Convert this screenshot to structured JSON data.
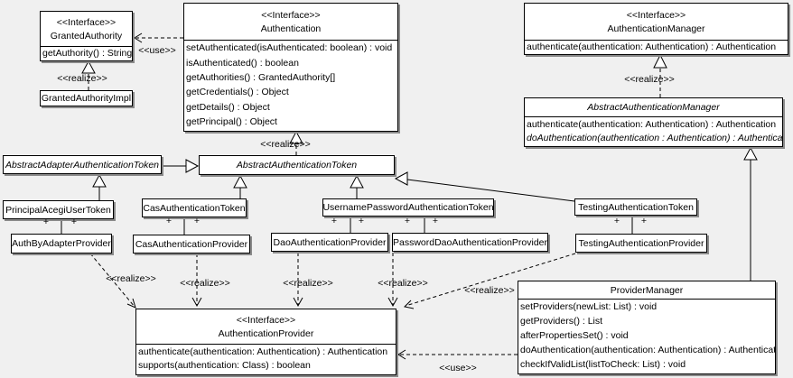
{
  "colors": {
    "background": "#f0f0f0",
    "box_fill": "#ffffff",
    "line": "#000000",
    "shadow": "#8a8a8a",
    "text": "#000000"
  },
  "classes": [
    {
      "id": "granted-authority",
      "stereotype": "<<Interface>>",
      "name": "GrantedAuthority",
      "abstract": false,
      "methods": [
        "getAuthority() : String"
      ]
    },
    {
      "id": "granted-authority-impl",
      "name": "GrantedAuthorityImpl",
      "abstract": false,
      "methods": []
    },
    {
      "id": "authentication",
      "stereotype": "<<Interface>>",
      "name": "Authentication",
      "abstract": false,
      "methods": [
        "setAuthenticated(isAuthenticated: boolean) : void",
        "isAuthenticated() : boolean",
        "getAuthorities() : GrantedAuthority[]",
        "getCredentials() : Object",
        "getDetails() : Object",
        "getPrincipal() : Object"
      ]
    },
    {
      "id": "authentication-manager",
      "stereotype": "<<Interface>>",
      "name": "AuthenticationManager",
      "abstract": false,
      "methods": [
        "authenticate(authentication: Authentication) : Authentication"
      ]
    },
    {
      "id": "abstract-authentication-manager",
      "name": "AbstractAuthenticationManager",
      "abstract": true,
      "methods": [
        "authenticate(authentication: Authentication) : Authentication",
        {
          "text": "doAuthentication(authentication : Authentication) : Authentication",
          "abstract": true
        }
      ]
    },
    {
      "id": "abstract-adapter-authentication-token",
      "name": "AbstractAdapterAuthenticationToken",
      "abstract": true,
      "methods": []
    },
    {
      "id": "abstract-authentication-token",
      "name": "AbstractAuthenticationToken",
      "abstract": true,
      "methods": []
    },
    {
      "id": "principal-acegi-user-token",
      "name": "PrincipalAcegiUserToken",
      "abstract": false,
      "methods": []
    },
    {
      "id": "cas-authentication-token",
      "name": "CasAuthenticationToken",
      "abstract": false,
      "methods": []
    },
    {
      "id": "username-password-authentication-token",
      "name": "UsernamePasswordAuthenticationToken",
      "abstract": false,
      "methods": []
    },
    {
      "id": "testing-authentication-token",
      "name": "TestingAuthenticationToken",
      "abstract": false,
      "methods": []
    },
    {
      "id": "auth-by-adapter-provider",
      "name": "AuthByAdapterProvider",
      "abstract": false,
      "methods": []
    },
    {
      "id": "cas-authentication-provider",
      "name": "CasAuthenticationProvider",
      "abstract": false,
      "methods": []
    },
    {
      "id": "dao-authentication-provider",
      "name": "DaoAuthenticationProvider",
      "abstract": false,
      "methods": []
    },
    {
      "id": "password-dao-authentication-provider",
      "name": "PasswordDaoAuthenticationProvider",
      "abstract": false,
      "methods": []
    },
    {
      "id": "testing-authentication-provider",
      "name": "TestingAuthenticationProvider",
      "abstract": false,
      "methods": []
    },
    {
      "id": "provider-manager",
      "name": "ProviderManager",
      "abstract": false,
      "methods": [
        "setProviders(newList: List) : void",
        "getProviders() : List",
        "afterPropertiesSet() : void",
        "doAuthentication(authentication: Authentication) : Authentication",
        "checkIfValidList(listToCheck: List) : void"
      ]
    },
    {
      "id": "authentication-provider",
      "stereotype": "<<Interface>>",
      "name": "AuthenticationProvider",
      "abstract": false,
      "methods": [
        "authenticate(authentication: Authentication) : Authentication",
        "supports(authentication: Class) : boolean"
      ]
    }
  ],
  "labels": [
    {
      "id": "use-authentication-grantedauthority",
      "text": "<<use>>"
    },
    {
      "id": "realize-grantedauthorityimpl",
      "text": "<<realize>>"
    },
    {
      "id": "realize-abstractauthenticationtoken",
      "text": "<<realize>>"
    },
    {
      "id": "realize-abstractauthenticationmanager",
      "text": "<<realize>>"
    },
    {
      "id": "realize-authbyadapterprovider",
      "text": "<<realize>>"
    },
    {
      "id": "realize-casauthenticationprovider",
      "text": "<<realize>>"
    },
    {
      "id": "realize-daoauthenticationprovider",
      "text": "<<realize>>"
    },
    {
      "id": "realize-passworddaoauthenticationprovider",
      "text": "<<realize>>"
    },
    {
      "id": "realize-testingauthenticationprovider",
      "text": "<<realize>>"
    },
    {
      "id": "use-providermanager-authenticationprovider",
      "text": "<<use>>"
    },
    {
      "id": "mult-principal-left",
      "text": "+"
    },
    {
      "id": "mult-principal-right",
      "text": "+"
    },
    {
      "id": "mult-cas-left",
      "text": "+"
    },
    {
      "id": "mult-cas-right",
      "text": "+"
    },
    {
      "id": "mult-dao-left",
      "text": "+"
    },
    {
      "id": "mult-dao-right",
      "text": "+"
    },
    {
      "id": "mult-passworddao-left",
      "text": "+"
    },
    {
      "id": "mult-passworddao-right",
      "text": "+"
    },
    {
      "id": "mult-testing-left",
      "text": "+"
    },
    {
      "id": "mult-testing-right",
      "text": "+"
    }
  ]
}
